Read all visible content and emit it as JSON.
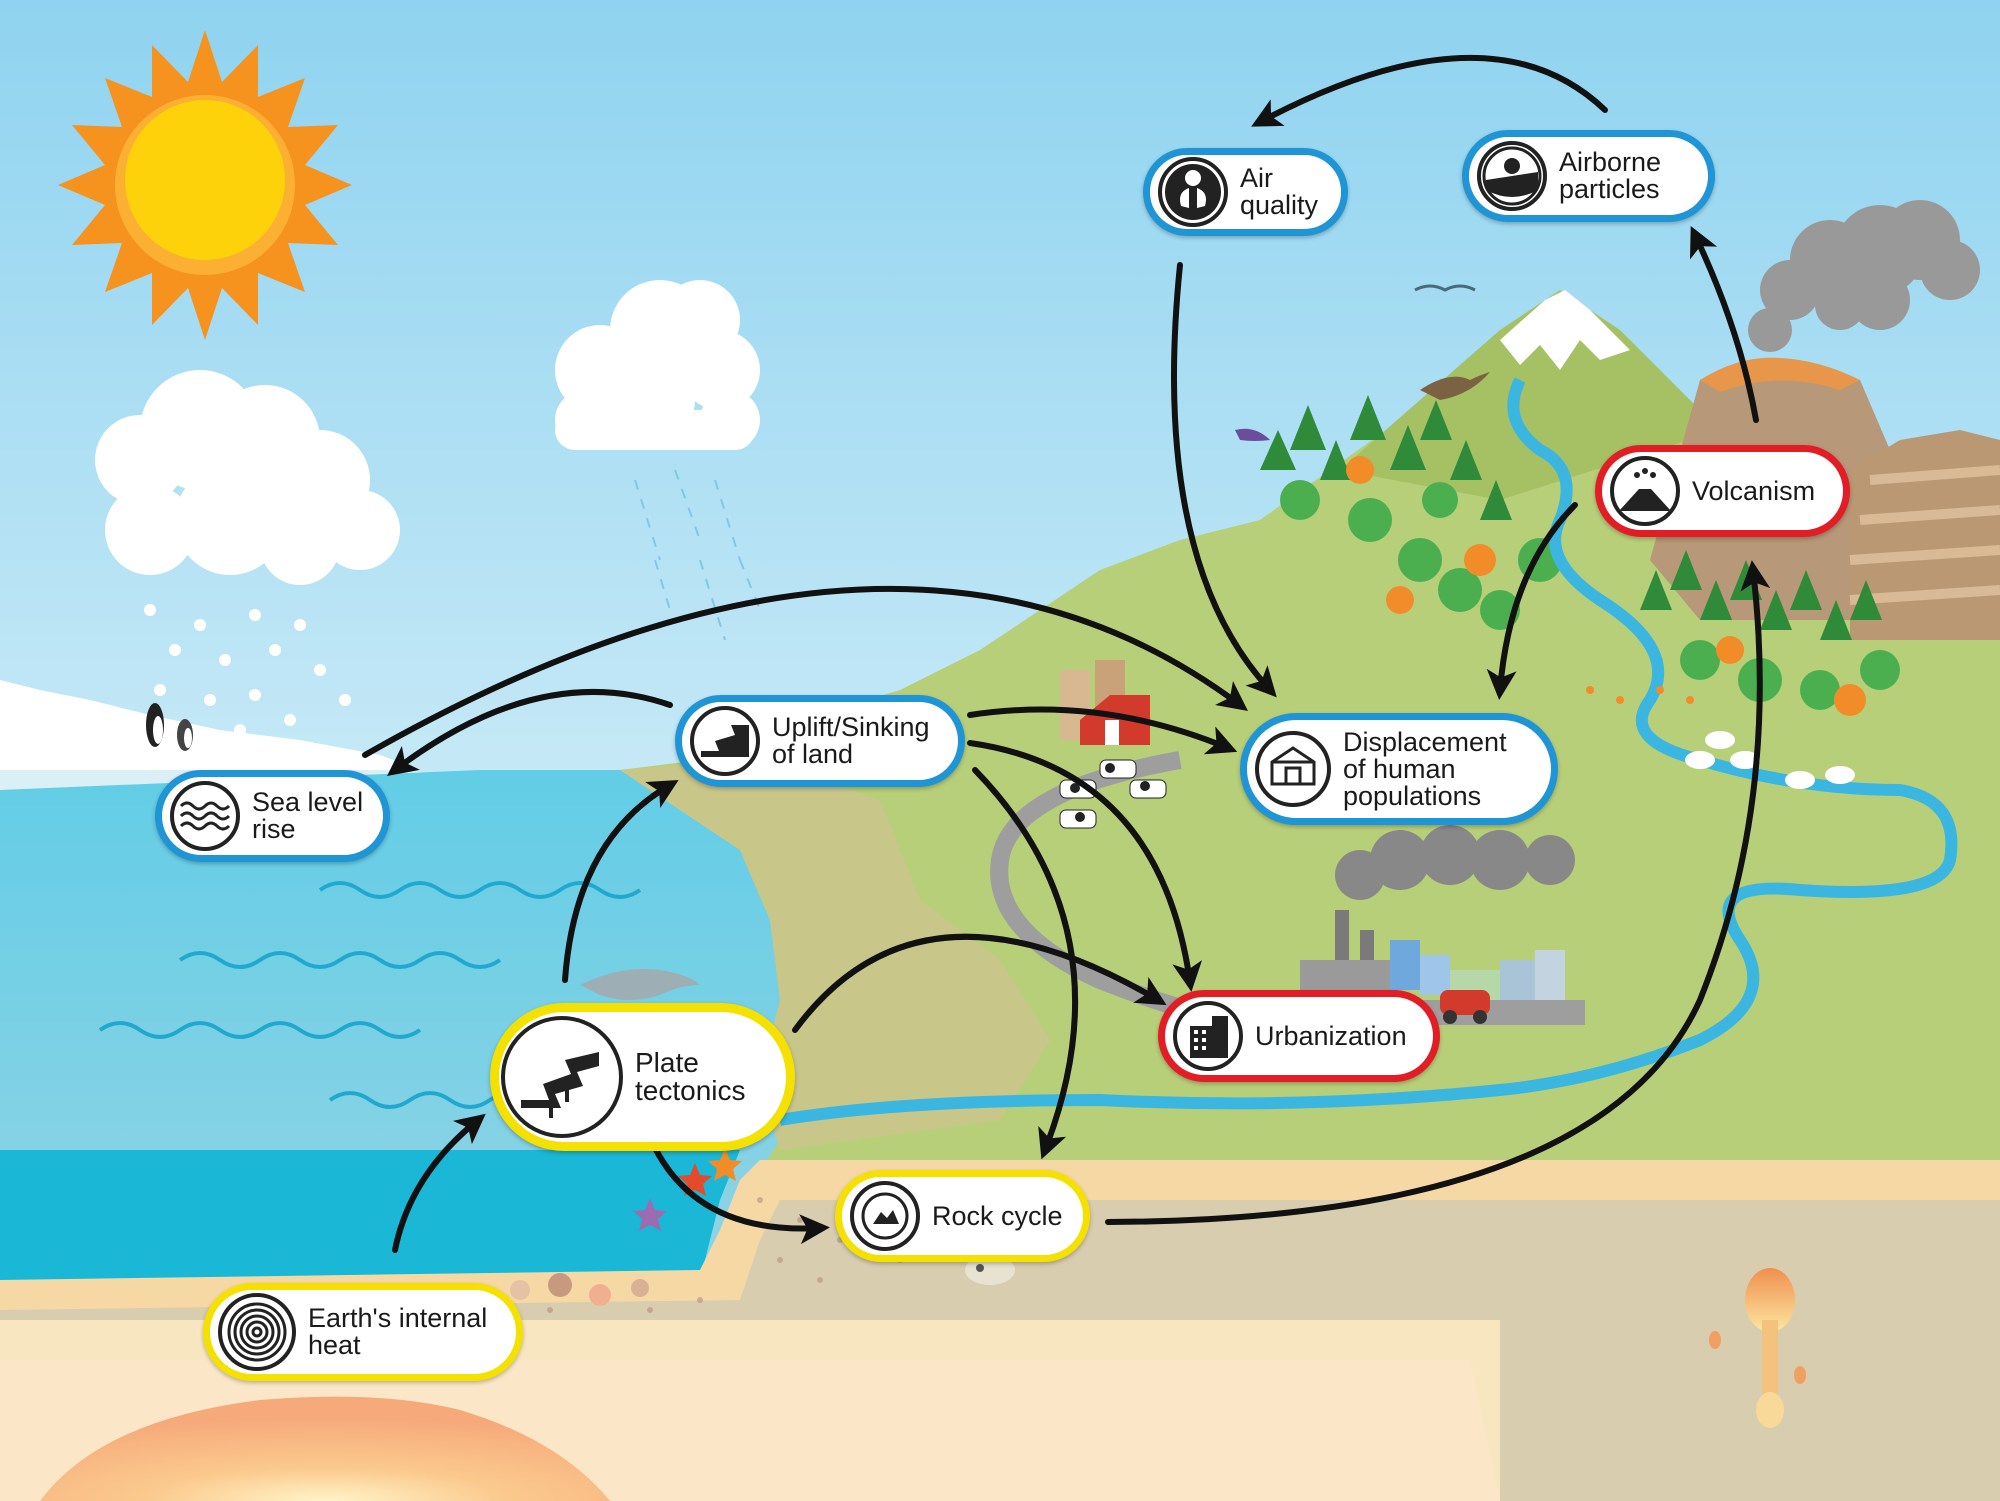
{
  "colors": {
    "blue_border": "#1f95d6",
    "red_border": "#e21d26",
    "yellow_border": "#f5e100",
    "arrow": "#111111"
  },
  "nodes": {
    "air_quality": {
      "label": "Air\nquality",
      "border": "blue",
      "icon": "lungs-icon"
    },
    "airborne_particles": {
      "label": "Airborne\nparticles",
      "border": "blue",
      "icon": "particles-icon"
    },
    "volcanism": {
      "label": "Volcanism",
      "border": "red",
      "icon": "volcano-icon"
    },
    "uplift": {
      "label": "Uplift/Sinking\nof land",
      "border": "blue",
      "icon": "fault-icon"
    },
    "displacement": {
      "label": "Displacement\nof human\npopulations",
      "border": "blue",
      "icon": "tent-icon"
    },
    "sea_level": {
      "label": "Sea level\nrise",
      "border": "blue",
      "icon": "waves-icon"
    },
    "urbanization": {
      "label": "Urbanization",
      "border": "red",
      "icon": "building-icon"
    },
    "plate_tectonics": {
      "label": "Plate\ntectonics",
      "border": "yellow",
      "icon": "plate-icon"
    },
    "rock_cycle": {
      "label": "Rock cycle",
      "border": "yellow",
      "icon": "rock-cycle-icon"
    },
    "earth_heat": {
      "label": "Earth's internal\nheat",
      "border": "yellow",
      "icon": "spiral-icon"
    }
  },
  "connections": [
    {
      "from": "Airborne particles",
      "to": "Air quality"
    },
    {
      "from": "Volcanism",
      "to": "Airborne particles"
    },
    {
      "from": "Air quality",
      "to": "Displacement of human populations"
    },
    {
      "from": "Volcanism",
      "to": "Displacement of human populations"
    },
    {
      "from": "Sea level rise",
      "to": "Displacement of human populations"
    },
    {
      "from": "Uplift/Sinking of land",
      "to": "Sea level rise"
    },
    {
      "from": "Uplift/Sinking of land",
      "to": "Displacement of human populations"
    },
    {
      "from": "Uplift/Sinking of land",
      "to": "Urbanization"
    },
    {
      "from": "Uplift/Sinking of land",
      "to": "Rock cycle"
    },
    {
      "from": "Plate tectonics",
      "to": "Uplift/Sinking of land"
    },
    {
      "from": "Plate tectonics",
      "to": "Urbanization"
    },
    {
      "from": "Plate tectonics",
      "to": "Rock cycle"
    },
    {
      "from": "Earth's internal heat",
      "to": "Plate tectonics"
    },
    {
      "from": "Rock cycle",
      "to": "Volcanism"
    }
  ]
}
